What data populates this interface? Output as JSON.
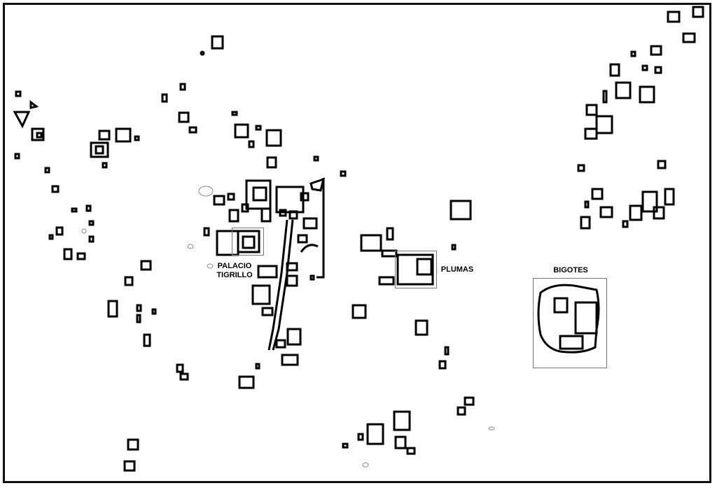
{
  "labels": {
    "palacio_line1": "PALACIO",
    "palacio_line2": "TIGRILLO",
    "plumas": "PLUMAS",
    "bigotes": "BIGOTES"
  },
  "colors": {
    "structure_fill": "#000000",
    "frame_border": "#111111",
    "highlight_box": "#777777"
  }
}
